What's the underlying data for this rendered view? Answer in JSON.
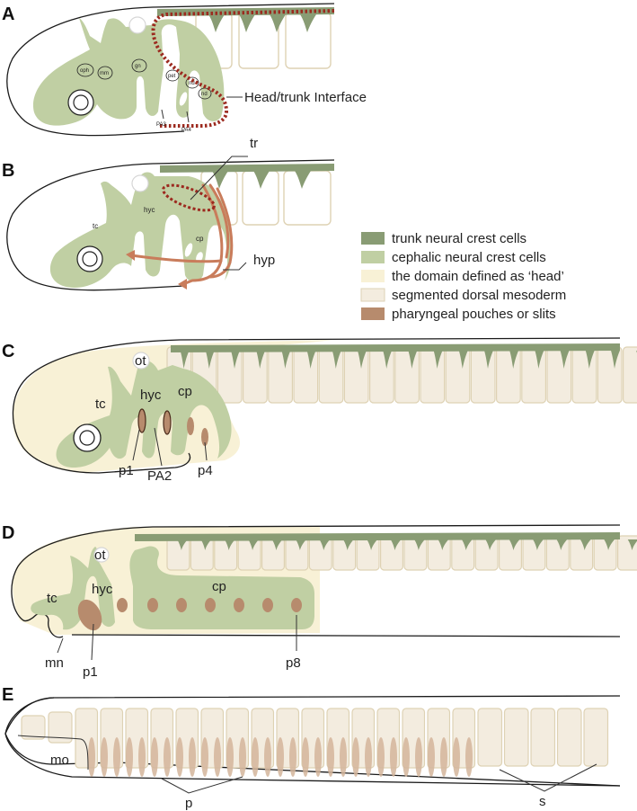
{
  "panels": {
    "a": {
      "letter": "A",
      "interface_label": "Head/trunk Interface",
      "oph": "oph",
      "mm": "mm",
      "gn": "gn",
      "pet": "pet",
      "nd": "nd",
      "nd2": "nd",
      "pa3": "PA3",
      "pa4": "PA4"
    },
    "b": {
      "letter": "B",
      "tr": "tr",
      "tc": "tc",
      "hyc": "hyc",
      "cp": "cp",
      "hyp": "hyp"
    },
    "c": {
      "letter": "C",
      "ot": "ot",
      "tc": "tc",
      "hyc": "hyc",
      "cp": "cp",
      "p1": "p1",
      "pa2": "PA2",
      "p4": "p4"
    },
    "d": {
      "letter": "D",
      "ot": "ot",
      "tc": "tc",
      "hyc": "hyc",
      "cp": "cp",
      "mn": "mn",
      "p1": "p1",
      "p8": "p8"
    },
    "e": {
      "letter": "E",
      "mo": "mo",
      "p": "p",
      "s": "s"
    }
  },
  "legend": [
    {
      "label": "trunk neural crest cells",
      "color": "#899c74"
    },
    {
      "label": "cephalic neural crest cells",
      "color": "#c0cfa3"
    },
    {
      "label": "the domain defined as ‘head’",
      "color": "#f8f1d6"
    },
    {
      "label": "segmented dorsal mesoderm",
      "color": "#f3ecdf"
    },
    {
      "label": "pharyngeal pouches or slits",
      "color": "#b78b6d"
    }
  ],
  "colors": {
    "trunk_ncc": "#899c74",
    "cephalic_ncc": "#c0cfa3",
    "head_domain": "#f8f1d6",
    "mesoderm": "#f3ecdf",
    "pouch": "#b78b6d",
    "interface_dash": "#9c2a1f",
    "hyp_arrow": "#c97c5b"
  }
}
